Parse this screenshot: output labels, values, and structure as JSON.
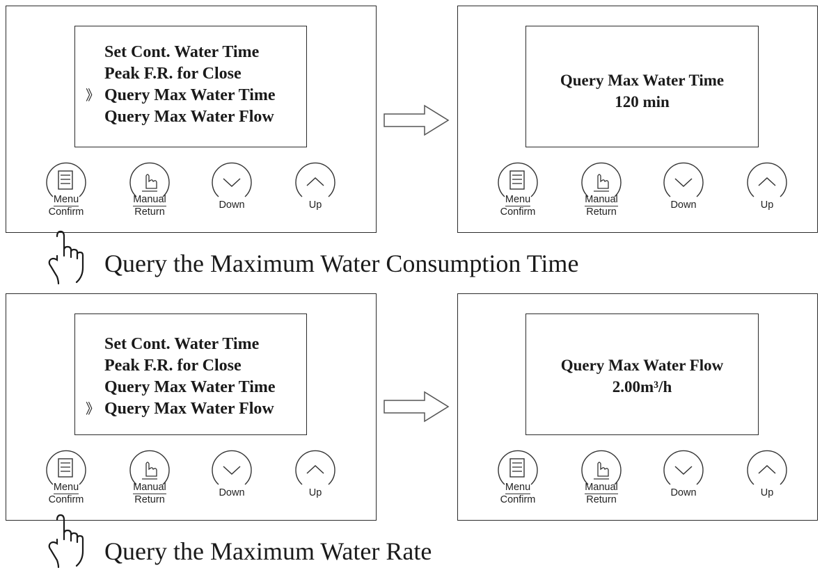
{
  "sections": [
    {
      "menu_items": [
        {
          "label": "Set Cont. Water Time",
          "selected": false
        },
        {
          "label": "Peak F.R. for Close",
          "selected": false
        },
        {
          "label": "Query Max Water Time",
          "selected": true
        },
        {
          "label": "Query Max Water Flow",
          "selected": false
        }
      ],
      "result_title": "Query Max Water Time",
      "result_value": "120 min",
      "caption": "Query the Maximum Water Consumption Time"
    },
    {
      "menu_items": [
        {
          "label": "Set Cont. Water Time",
          "selected": false
        },
        {
          "label": "Peak F.R. for Close",
          "selected": false
        },
        {
          "label": "Query Max Water Time",
          "selected": false
        },
        {
          "label": "Query Max Water Flow",
          "selected": true
        }
      ],
      "result_title": "Query Max Water Flow",
      "result_value": "2.00m³/h",
      "caption": "Query the Maximum Water Rate"
    }
  ],
  "selector_glyph": "》",
  "buttons": {
    "menu": {
      "top": "Menu",
      "bottom": "Confirm",
      "icon": "menu-list-icon"
    },
    "manual": {
      "top": "Manual",
      "bottom": "Return",
      "icon": "hand-pointer-icon"
    },
    "down": {
      "label": "Down",
      "icon": "chevron-down-icon"
    },
    "up": {
      "label": "Up",
      "icon": "chevron-up-icon"
    }
  }
}
